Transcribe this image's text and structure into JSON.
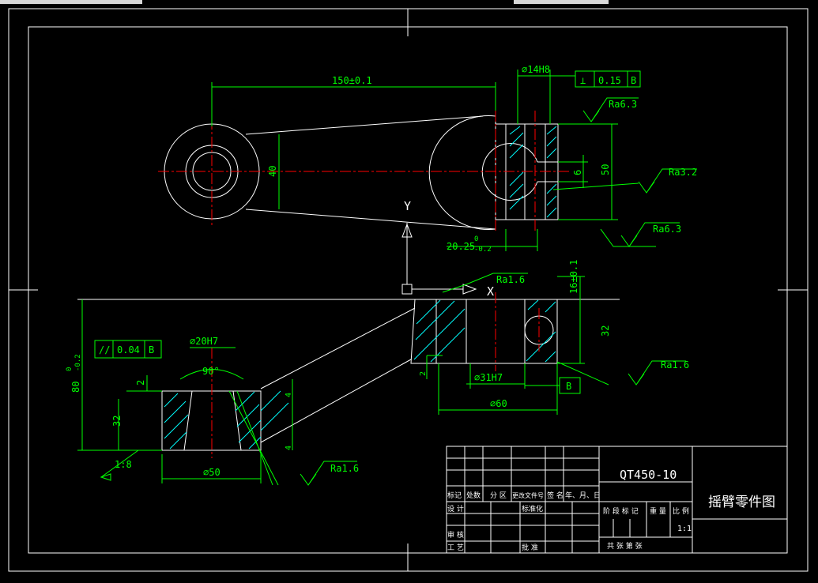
{
  "window": {
    "title_bar_segments": [
      "",
      ""
    ]
  },
  "drawing": {
    "part_name": "摇臂零件图",
    "material": "QT450-10",
    "scale": "1:1",
    "dims": {
      "center_distance": "150±0.1",
      "bore_14": "⌀14H8",
      "perp_label": "0.15",
      "datum_b": "B",
      "ra63_top": "Ra6.3",
      "ra32": "Ra3.2",
      "ra63_right": "Ra6.3",
      "height_50": "50",
      "slot_6": "6",
      "hub_40": "40",
      "slot_2025": "20.25",
      "slot_2025_tol_up": "0",
      "slot_2025_tol_down": "-0.2",
      "y_label": "Y",
      "x_label": "X",
      "ra16_top": "Ra1.6",
      "dim_16": "16±0.1",
      "dim_32_right": "32",
      "ra16_right": "Ra1.6",
      "bore_31": "⌀31H7",
      "datum_b2": "B",
      "dia_60": "⌀60",
      "height_80": "80",
      "height_80_tol_up": "0",
      "height_80_tol_down": "-0.2",
      "parallel_value": "0.04",
      "parallel_datum": "B",
      "bore_20": "⌀20H7",
      "angle_90": "90°",
      "dim_2_left": "2",
      "dim_32_left": "32",
      "taper": "1:8",
      "dia_50": "⌀50",
      "ra16_bottom": "Ra1.6",
      "dim_4_top": "4",
      "dim_4_bottom": "4",
      "dim_2_mid": "2"
    },
    "title_block": {
      "col_mark": "标记",
      "col_count": "处数",
      "col_zone": "分 区",
      "col_docno": "更改文件号",
      "col_sign": "签 名",
      "col_date": "年、月、日",
      "design": "设 计",
      "standard": "标准化",
      "review": "审 核",
      "process": "工 艺",
      "approve": "批 准",
      "stage_mark": "阶 段 标 记",
      "weight": "重 量",
      "ratio": "比 例",
      "sheets": "共    张  第    张"
    }
  },
  "colors": {
    "border": "#ffffff",
    "dimension": "#00ff00",
    "centerline": "#ff0000",
    "hatch": "#00ffff",
    "outline": "#ffffff",
    "background": "#000000"
  }
}
